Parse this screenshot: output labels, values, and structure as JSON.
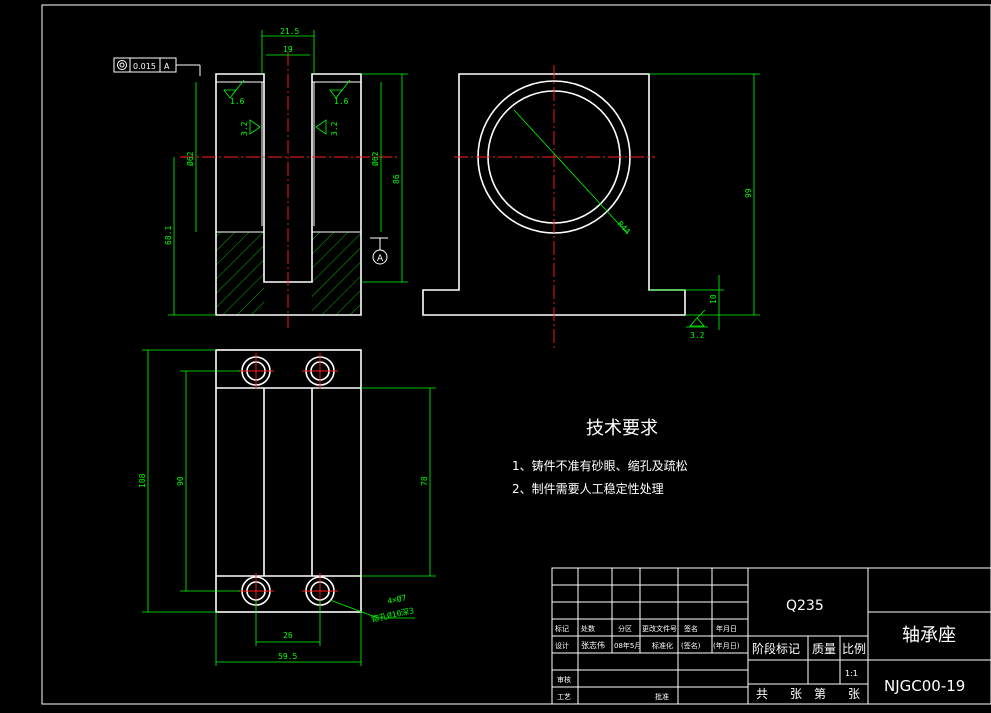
{
  "tolerance": {
    "value": "0.015",
    "datum": "A"
  },
  "dims": {
    "width_21_5": "21.5",
    "width_19": "19",
    "roughness_1_6": "1.6",
    "roughness_3_2": "3.2",
    "dia_62": "Ø62",
    "h_86": "86",
    "h_68_1": "68.1",
    "datum_a": "A",
    "r_44": "R44",
    "h_99": "99",
    "h_10": "10",
    "h_108": "108",
    "h_90": "90",
    "h_78": "78",
    "w_26": "26",
    "w_59_5": "59.5",
    "holes": "4×Ø7",
    "counterbore": "锪孔Ø10深3"
  },
  "tech": {
    "title": "技术要求",
    "items": [
      "1、铸件不准有砂眼、缩孔及疏松",
      "2、制件需要人工稳定性处理"
    ]
  },
  "titleblock": {
    "material": "Q235",
    "part_name": "轴承座",
    "drawing_no": "NJGC00-19",
    "row_labels": [
      "标记",
      "处数",
      "分区",
      "更改文件号",
      "签名",
      "年月日"
    ],
    "row2_labels": [
      "设计",
      "张志伟",
      "08年5月",
      "标准化",
      "(签名)",
      "(年月日)"
    ],
    "review": "审核",
    "process": "工艺",
    "approve": "批准",
    "stage": "阶段标记",
    "mass": "质量",
    "scale_label": "比例",
    "scale": "1:1",
    "sheets": [
      "共",
      "张",
      "第",
      "张"
    ]
  }
}
